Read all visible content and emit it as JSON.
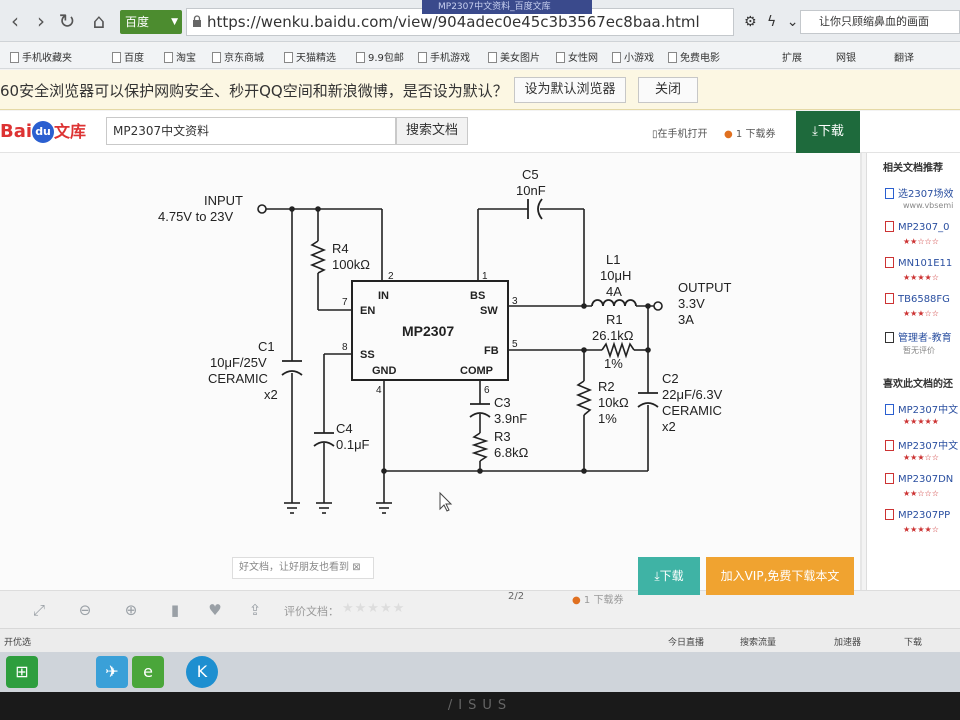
{
  "browser": {
    "engine": "百度",
    "url": "https://wenku.baidu.com/view/904adec0e45c3b3567ec8baa.html",
    "tab_title": "MP2307中文资料_百度文库",
    "side_search": "让你只顾缩鼻血的画面",
    "bookmarks": [
      "手机收藏夹",
      "百度",
      "淘宝",
      "京东商城",
      "天猫精选",
      "9.9包邮",
      "手机游戏",
      "美女图片",
      "女性网",
      "小游戏",
      "免费电影"
    ],
    "bookmark_right": [
      "扩展",
      "网银",
      "翻译"
    ]
  },
  "notice": {
    "text": "60安全浏览器可以保护网购安全、秒开QQ空间和新浪微博，是否设为默认？",
    "set_default": "设为默认浏览器",
    "close": "关闭"
  },
  "wenku": {
    "logo_bai": "Bai",
    "logo_du": "du",
    "logo_wk": "文库",
    "search_value": "MP2307中文资料",
    "search_button": "搜索文档",
    "open_on_phone": "在手机打开",
    "download_count": "1 下载券",
    "download": "下载"
  },
  "schematic": {
    "input_label": "INPUT",
    "input_range": "4.75V to 23V",
    "output_label": "OUTPUT",
    "output_v": "3.3V",
    "output_a": "3A",
    "ic_name": "MP2307",
    "pins": {
      "in": "IN",
      "en": "EN",
      "ss": "SS",
      "gnd": "GND",
      "bs": "BS",
      "sw": "SW",
      "fb": "FB",
      "comp": "COMP"
    },
    "pin_numbers": {
      "p1": "1",
      "p2": "2",
      "p3": "3",
      "p4": "4",
      "p5": "5",
      "p6": "6",
      "p7": "7",
      "p8": "8"
    },
    "c1": {
      "name": "C1",
      "value": "10μF/25V",
      "type": "CERAMIC",
      "qty": "x2"
    },
    "r4": {
      "name": "R4",
      "value": "100kΩ"
    },
    "c4": {
      "name": "C4",
      "value": "0.1μF"
    },
    "c5": {
      "name": "C5",
      "value": "10nF"
    },
    "c3": {
      "name": "C3",
      "value": "3.9nF"
    },
    "r3": {
      "name": "R3",
      "value": "6.8kΩ"
    },
    "l1": {
      "name": "L1",
      "value": "10μH",
      "current": "4A"
    },
    "r1": {
      "name": "R1",
      "value": "26.1kΩ",
      "tol": "1%"
    },
    "r2": {
      "name": "R2",
      "value": "10kΩ",
      "tol": "1%"
    },
    "c2": {
      "name": "C2",
      "value": "22μF/6.3V",
      "type": "CERAMIC",
      "qty": "x2"
    }
  },
  "sidebar": {
    "related_title": "相关文档推荐",
    "related": [
      "选2307场效",
      "MP2307_0",
      "MN101E11",
      "TB6588FG",
      "管理者-教育"
    ],
    "related_sub": "www.vbsemi",
    "no_rating": "暂无评价",
    "like_title": "喜欢此文档的还",
    "liked": [
      "MP2307中文",
      "MP2307中文",
      "MP2307DN",
      "MP2307PP"
    ]
  },
  "toolbar": {
    "share_tip": "好文档，让好朋友也看到",
    "rate_label": "评价文档：",
    "page_num": "2/2",
    "download_count": "1 下载券",
    "download": "下载",
    "vip": "加入VIP,免费下载本文"
  },
  "status": {
    "left": "开优选",
    "items": [
      "今日直播",
      "搜索流量",
      "加速器",
      "下载"
    ]
  },
  "monitor_brand": "/ISUS"
}
